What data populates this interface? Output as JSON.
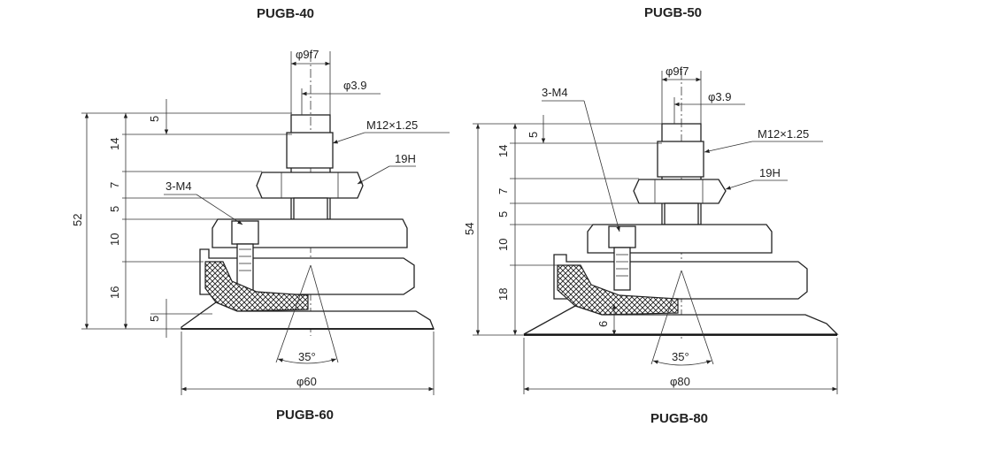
{
  "figures": [
    {
      "title_top": "PUGB-40",
      "title_bottom": "PUGB-60",
      "callouts": {
        "shaft_dia": "φ9f7",
        "hole_dia": "φ3.9",
        "thread": "M12×1.25",
        "hex": "19H",
        "screw": "3-M4"
      },
      "vertical_dims": [
        "5",
        "14",
        "7",
        "5",
        "10",
        "16",
        "5"
      ],
      "overall_height": "52",
      "angle": "35°",
      "pad_dia": "φ60"
    },
    {
      "title_top": "PUGB-50",
      "title_bottom": "PUGB-80",
      "callouts": {
        "shaft_dia": "φ9f7",
        "hole_dia": "φ3.9",
        "thread": "M12×1.25",
        "hex": "19H",
        "screw": "3-M4"
      },
      "vertical_dims": [
        "5",
        "14",
        "7",
        "5",
        "10",
        "18",
        "6"
      ],
      "overall_height": "54",
      "angle": "35°",
      "pad_dia": "φ80"
    }
  ],
  "colors": {
    "line": "#222222",
    "background": "#ffffff"
  }
}
